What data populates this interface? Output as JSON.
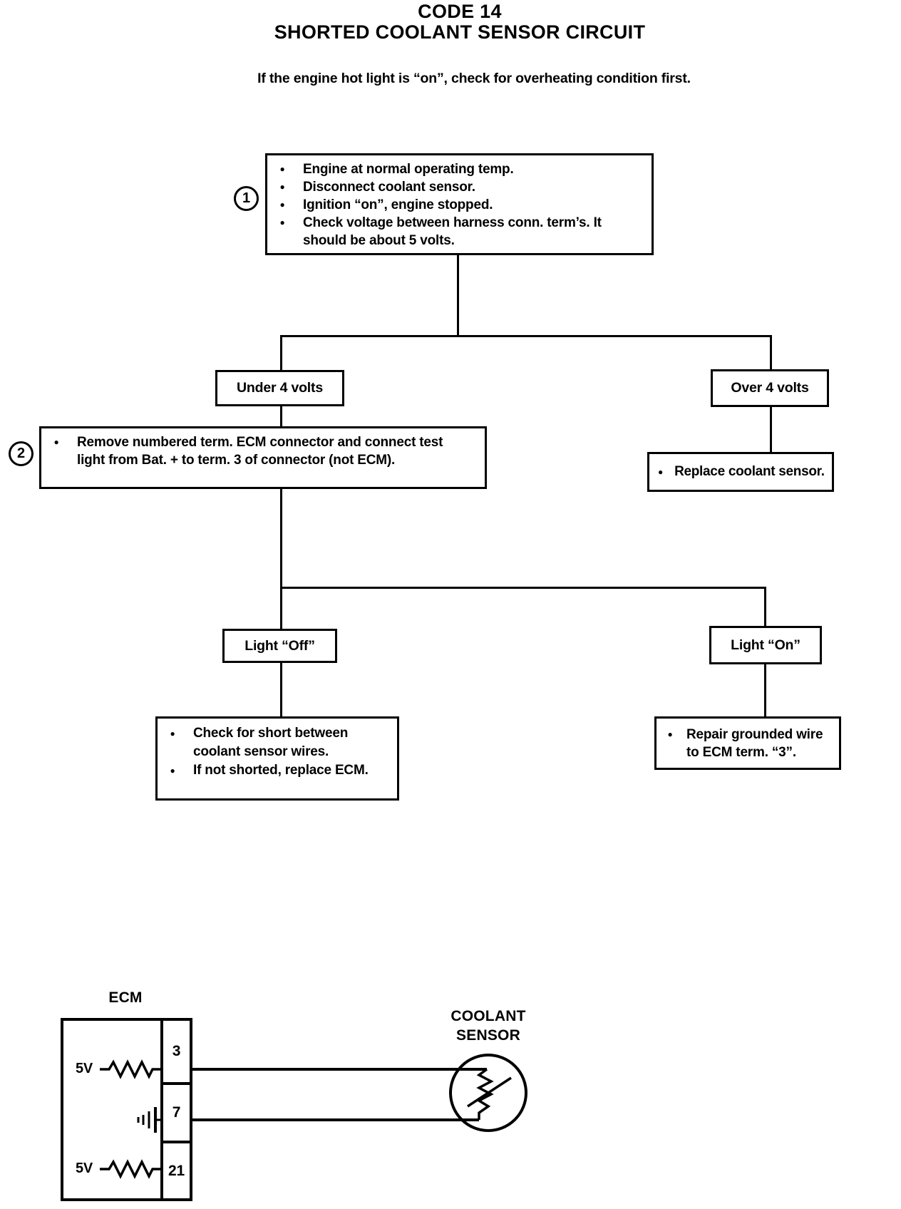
{
  "glyphs": {
    "bullet": "●"
  },
  "title": {
    "line1": "CODE 14",
    "line2": "SHORTED COOLANT SENSOR CIRCUIT"
  },
  "subtitle": "If the engine hot light is “on”, check for overheating condition first.",
  "flowchart": {
    "step1": {
      "number": "1",
      "bullets": [
        "Engine at normal operating temp.",
        "Disconnect coolant sensor.",
        "Ignition “on”, engine stopped.",
        "Check voltage between harness conn. term’s. It should be about 5 volts."
      ]
    },
    "under_4_volts": "Under 4 volts",
    "over_4_volts": "Over 4 volts",
    "step2": {
      "number": "2",
      "bullet": "Remove numbered term. ECM connector and connect test light from Bat. + to term. 3 of connector (not ECM)."
    },
    "replace_sensor": "Replace coolant sensor.",
    "light_off": "Light “Off”",
    "light_on": "Light “On”",
    "check_short": {
      "bullets": [
        "Check for short between coolant sensor wires.",
        "If not shorted, replace ECM."
      ]
    },
    "repair_wire": "Repair grounded wire to ECM term. “3”."
  },
  "circuit": {
    "ecm_label": "ECM",
    "coolant_sensor_label": {
      "line1": "COOLANT",
      "line2": "SENSOR"
    },
    "terminals": [
      "3",
      "7",
      "21"
    ],
    "supply_top": "5V",
    "supply_bottom": "5V"
  }
}
